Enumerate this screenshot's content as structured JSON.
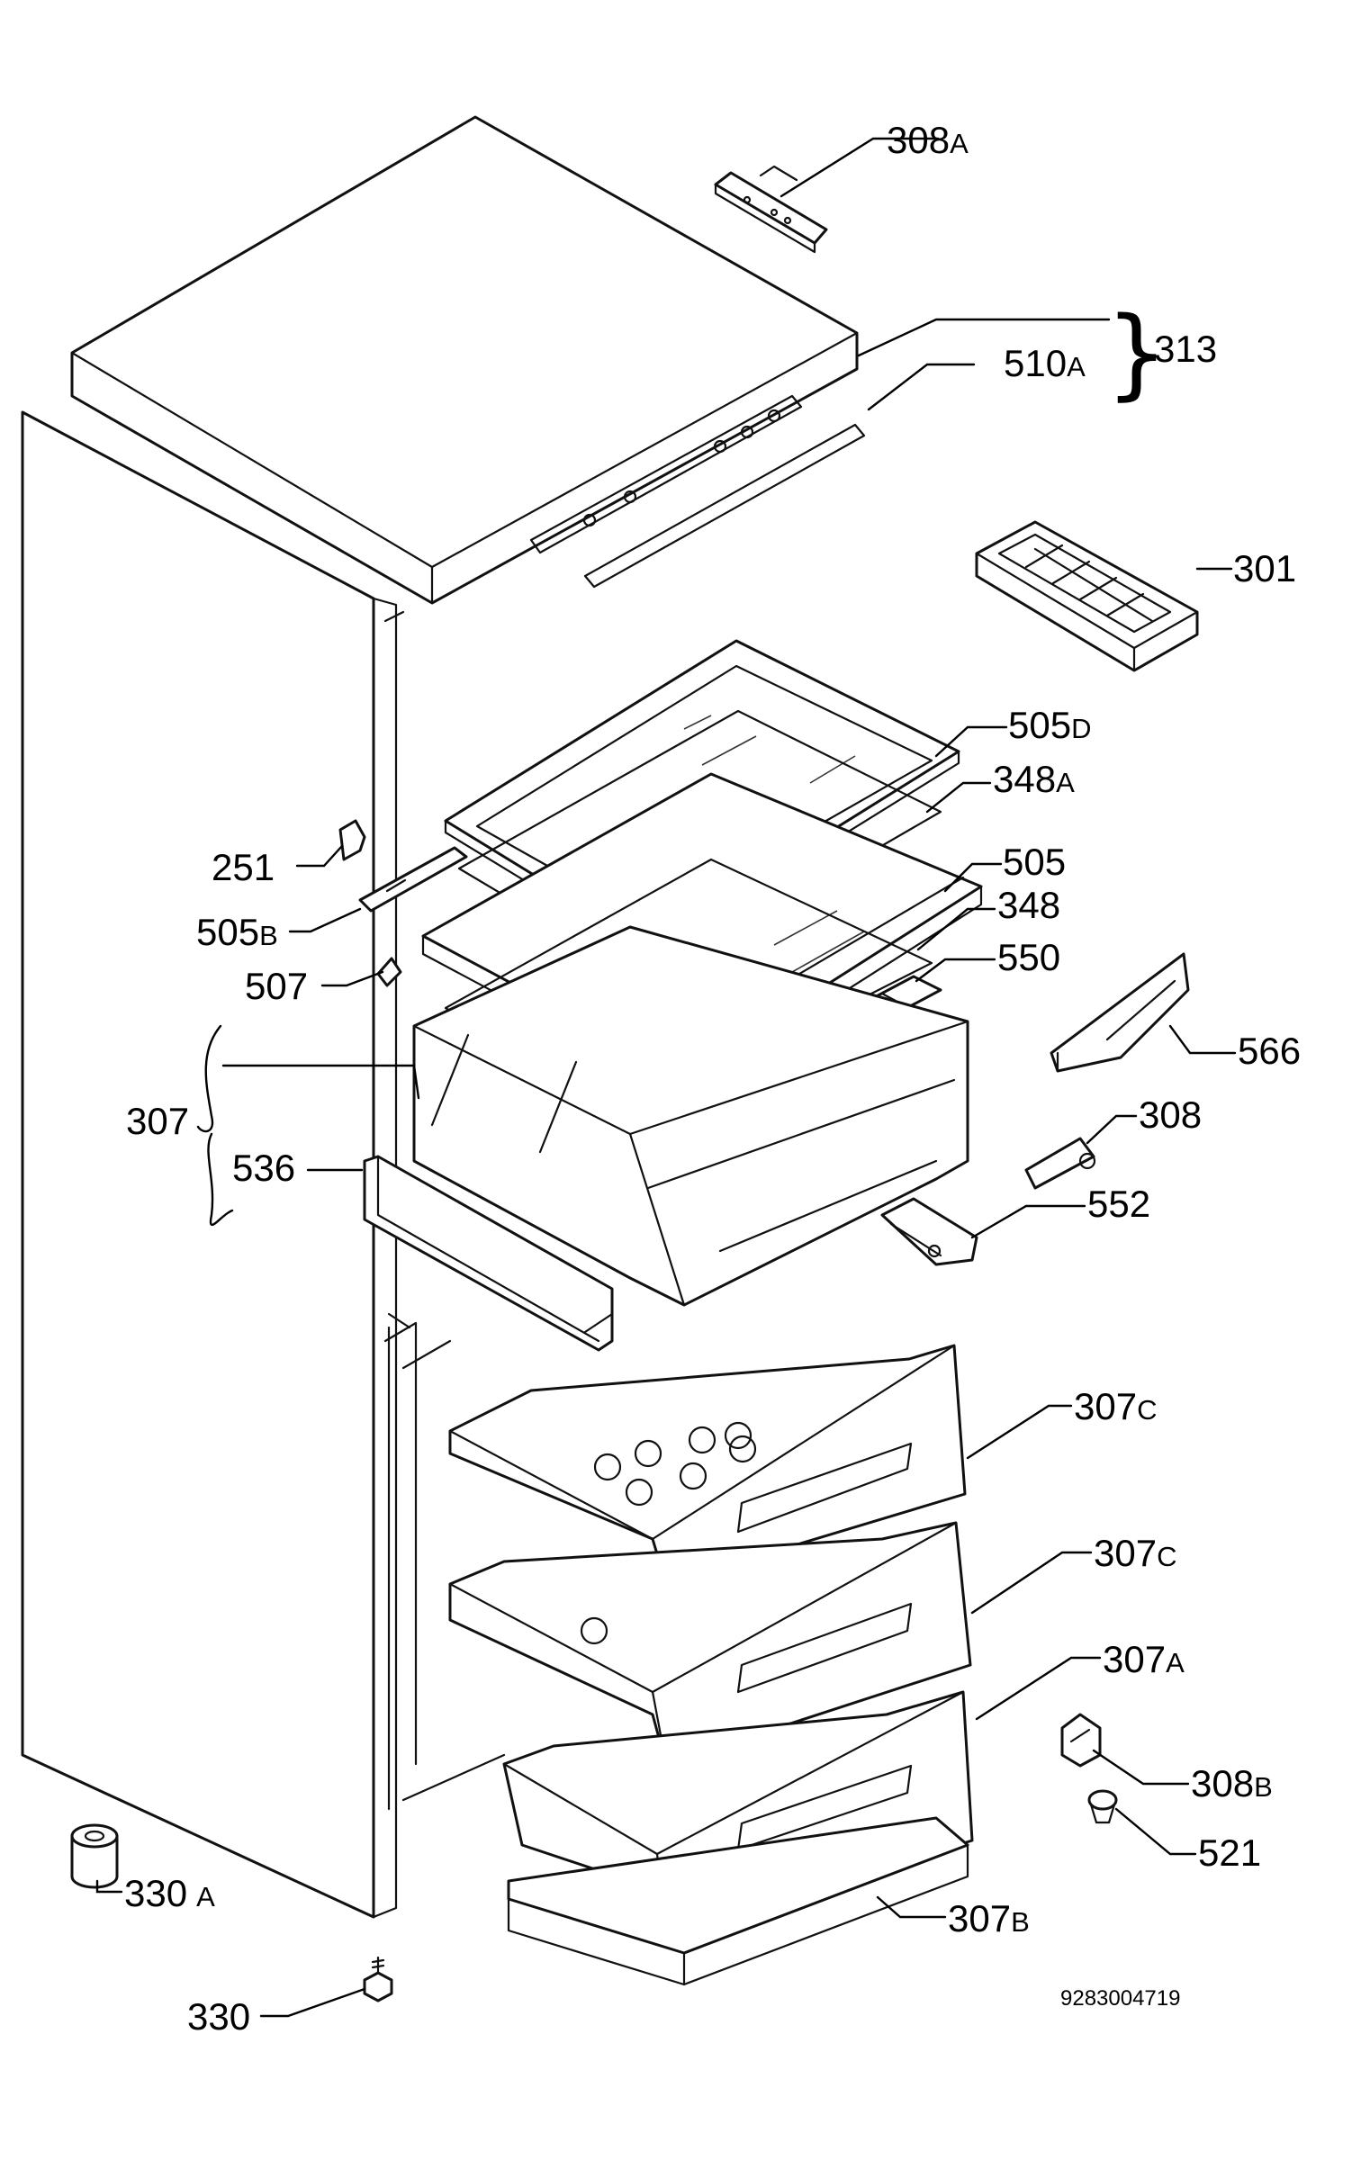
{
  "labels": {
    "p308a": {
      "num": "308",
      "suffix": "A"
    },
    "p313": {
      "num": "313",
      "suffix": ""
    },
    "p510a": {
      "num": "510",
      "suffix": "A"
    },
    "p301": {
      "num": "301",
      "suffix": ""
    },
    "p505d": {
      "num": "505",
      "suffix": "D"
    },
    "p348a": {
      "num": "348",
      "suffix": "A"
    },
    "p251": {
      "num": "251",
      "suffix": ""
    },
    "p505": {
      "num": "505",
      "suffix": ""
    },
    "p348": {
      "num": "348",
      "suffix": ""
    },
    "p505b": {
      "num": "505",
      "suffix": "B"
    },
    "p550": {
      "num": "550",
      "suffix": ""
    },
    "p507": {
      "num": "507",
      "suffix": ""
    },
    "p566": {
      "num": "566",
      "suffix": ""
    },
    "p307": {
      "num": "307",
      "suffix": ""
    },
    "p308": {
      "num": "308",
      "suffix": ""
    },
    "p536": {
      "num": "536",
      "suffix": ""
    },
    "p552": {
      "num": "552",
      "suffix": ""
    },
    "p307c1": {
      "num": "307",
      "suffix": "C"
    },
    "p307c2": {
      "num": "307",
      "suffix": "C"
    },
    "p307a": {
      "num": "307",
      "suffix": "A"
    },
    "p308b": {
      "num": "308",
      "suffix": "B"
    },
    "p521": {
      "num": "521",
      "suffix": ""
    },
    "p330a": {
      "num": "330",
      "suffix": "A"
    },
    "p307b": {
      "num": "307",
      "suffix": "B"
    },
    "p330": {
      "num": "330",
      "suffix": ""
    }
  },
  "document_number": "9283004719"
}
